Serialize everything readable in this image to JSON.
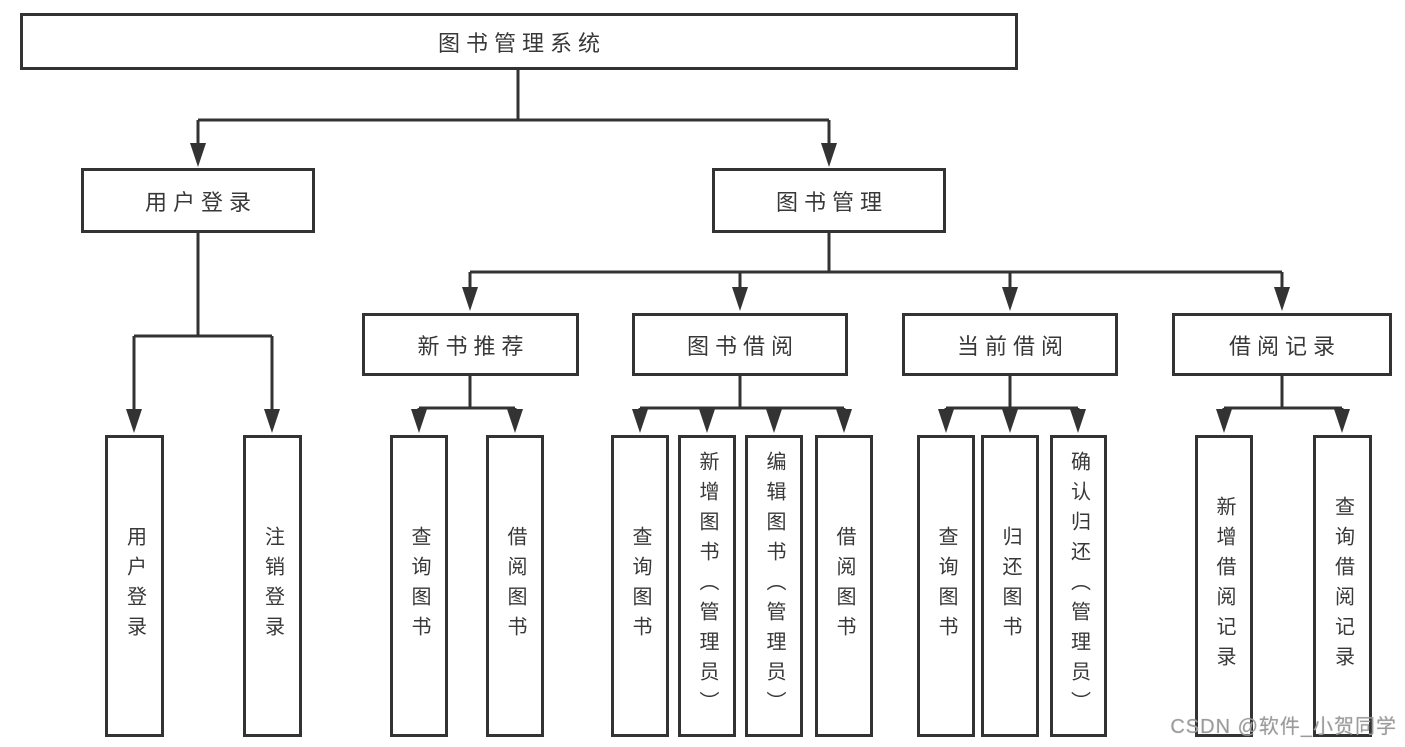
{
  "diagram": {
    "root": {
      "label": "图书管理系统"
    },
    "branches": [
      {
        "label": "用户登录",
        "children": [
          {
            "label": "用户登录"
          },
          {
            "label": "注销登录"
          }
        ]
      },
      {
        "label": "图书管理",
        "children": [
          {
            "label": "新书推荐",
            "children": [
              {
                "label": "查询图书"
              },
              {
                "label": "借阅图书"
              }
            ]
          },
          {
            "label": "图书借阅",
            "children": [
              {
                "label": "查询图书"
              },
              {
                "label": "新增图书（管理员）"
              },
              {
                "label": "编辑图书（管理员）"
              },
              {
                "label": "借阅图书"
              }
            ]
          },
          {
            "label": "当前借阅",
            "children": [
              {
                "label": "查询图书"
              },
              {
                "label": "归还图书"
              },
              {
                "label": "确认归还（管理员）"
              }
            ]
          },
          {
            "label": "借阅记录",
            "children": [
              {
                "label": "新增借阅记录"
              },
              {
                "label": "查询借阅记录"
              }
            ]
          }
        ]
      }
    ]
  },
  "watermark": {
    "text": "CSDN @软件_小贺同学"
  },
  "colors": {
    "line": "#333333",
    "box_border": "#333333",
    "text": "#383838",
    "background": "#ffffff",
    "watermark": "#9b9b9b"
  }
}
